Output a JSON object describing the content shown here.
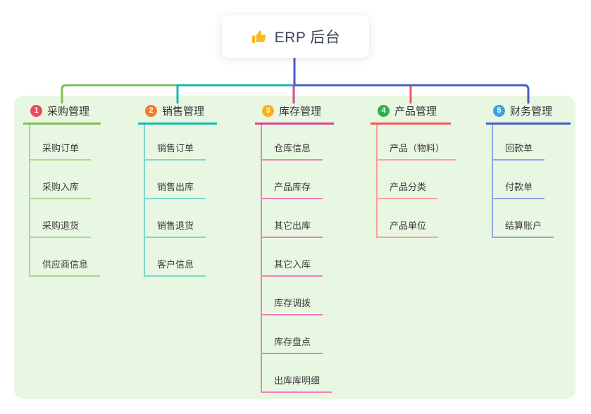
{
  "root": {
    "icon": "thumbs-up",
    "icon_color": "#f7b928",
    "title": "ERP 后台"
  },
  "panel_color": "#e8f7e2",
  "branches": [
    {
      "num": "1",
      "title": "采购管理",
      "circle_color": "#f0485a",
      "line_color": "#7fbe50",
      "child_line_color": "#abd88d",
      "children": [
        "采购订单",
        "采购入库",
        "采购退货",
        "供应商信息"
      ]
    },
    {
      "num": "2",
      "title": "销售管理",
      "circle_color": "#f5792b",
      "line_color": "#17b9ab",
      "child_line_color": "#7ed6cb",
      "children": [
        "销售订单",
        "销售出库",
        "销售退货",
        "客户信息"
      ]
    },
    {
      "num": "3",
      "title": "库存管理",
      "circle_color": "#f9b115",
      "line_color": "#d9439c",
      "child_line_color": "#f07ebb",
      "children": [
        "仓库信息",
        "产品库存",
        "其它出库",
        "其它入库",
        "库存调拨",
        "库存盘点",
        "出库库明细"
      ]
    },
    {
      "num": "4",
      "title": "产品管理",
      "circle_color": "#2eb150",
      "line_color": "#f25a5a",
      "child_line_color": "#f8a0a0",
      "children": [
        "产品（物料）",
        "产品分类",
        "产品单位"
      ]
    },
    {
      "num": "5",
      "title": "财务管理",
      "circle_color": "#3aa4de",
      "line_color": "#4a5ec5",
      "child_line_color": "#92a5e5",
      "children": [
        "回款单",
        "付款单",
        "结算账户"
      ]
    }
  ]
}
